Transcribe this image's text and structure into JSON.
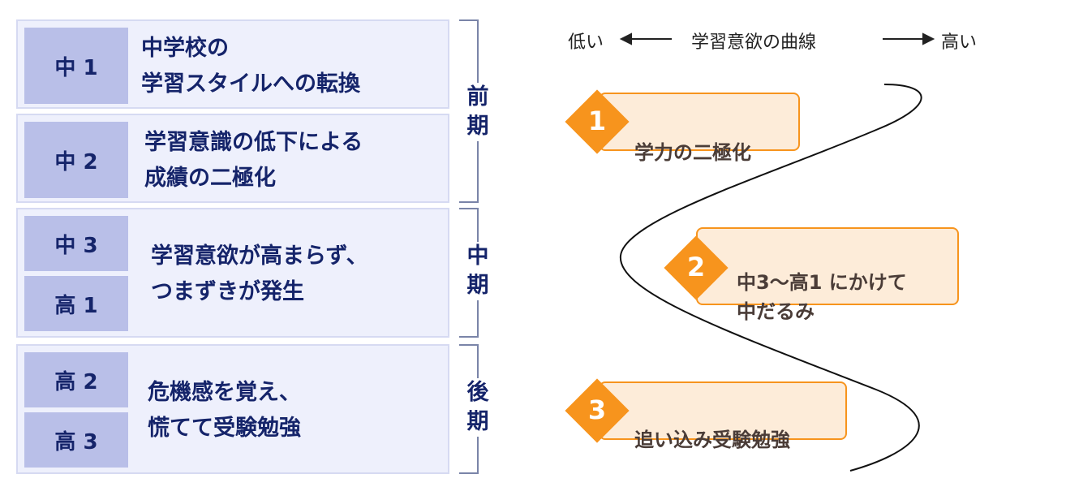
{
  "rows": [
    {
      "labels": [
        "中 1"
      ],
      "text": "中学校の\n学習スタイルへの転換"
    },
    {
      "labels": [
        "中 2"
      ],
      "text": "学習意識の低下による\n成績の二極化"
    },
    {
      "labels": [
        "中 3",
        "高 1"
      ],
      "text": "学習意欲が高まらず、\nつまずきが発生"
    },
    {
      "labels": [
        "高 2",
        "高 3"
      ],
      "text": "危機感を覚え、\n慌てて受験勉強"
    }
  ],
  "periods": [
    "前\n期",
    "中\n期",
    "後\n期"
  ],
  "axis": {
    "low": "低い",
    "title": "学習意欲の曲線",
    "high": "高い"
  },
  "callouts": [
    {
      "num": "1",
      "text": "学力の二極化"
    },
    {
      "num": "2",
      "text": "中3～高1 にかけて\n中だるみ"
    },
    {
      "num": "3",
      "text": "追い込み受験勉強"
    }
  ],
  "colors": {
    "navy": "#15246a",
    "orange": "#f7941d",
    "label_bg": "#b9bfe8",
    "row_bg": "#eef0fc"
  }
}
